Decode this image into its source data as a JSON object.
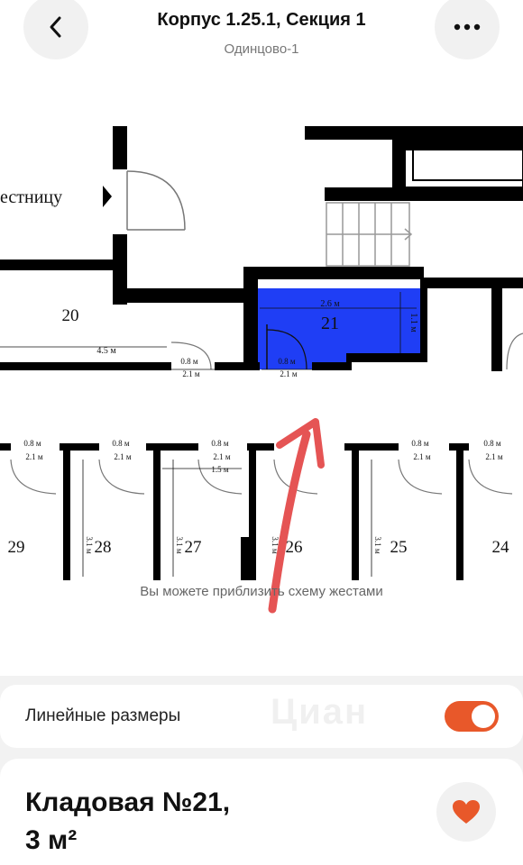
{
  "header": {
    "title": "Корпус 1.25.1, Секция 1",
    "subtitle": "Одинцово-1"
  },
  "plan": {
    "stair_label": "естницу",
    "hint": "Вы можете приблизить схему жестами",
    "highlight_color": "#1f3ef5",
    "arrow_color": "#e55454",
    "rooms": {
      "r20": "20",
      "r21": "21",
      "r29": "29",
      "r28": "28",
      "r27": "27",
      "r26": "26",
      "r25": "25",
      "r24": "24"
    },
    "dims": {
      "d_45": "4.5 м",
      "d_26": "2.6 м",
      "d_11": "1.1 м",
      "d_08": "0.8 м",
      "d_21": "2.1 м",
      "d_15": "1.5 м",
      "d_31": "3.1 м"
    }
  },
  "toggle": {
    "label": "Линейные размеры",
    "on": true,
    "watermark": "Циан"
  },
  "item": {
    "title_line1": "Кладовая №21,",
    "title_line2": "3 м²"
  },
  "colors": {
    "accent": "#e8582a",
    "favorite": "#e8582a"
  }
}
